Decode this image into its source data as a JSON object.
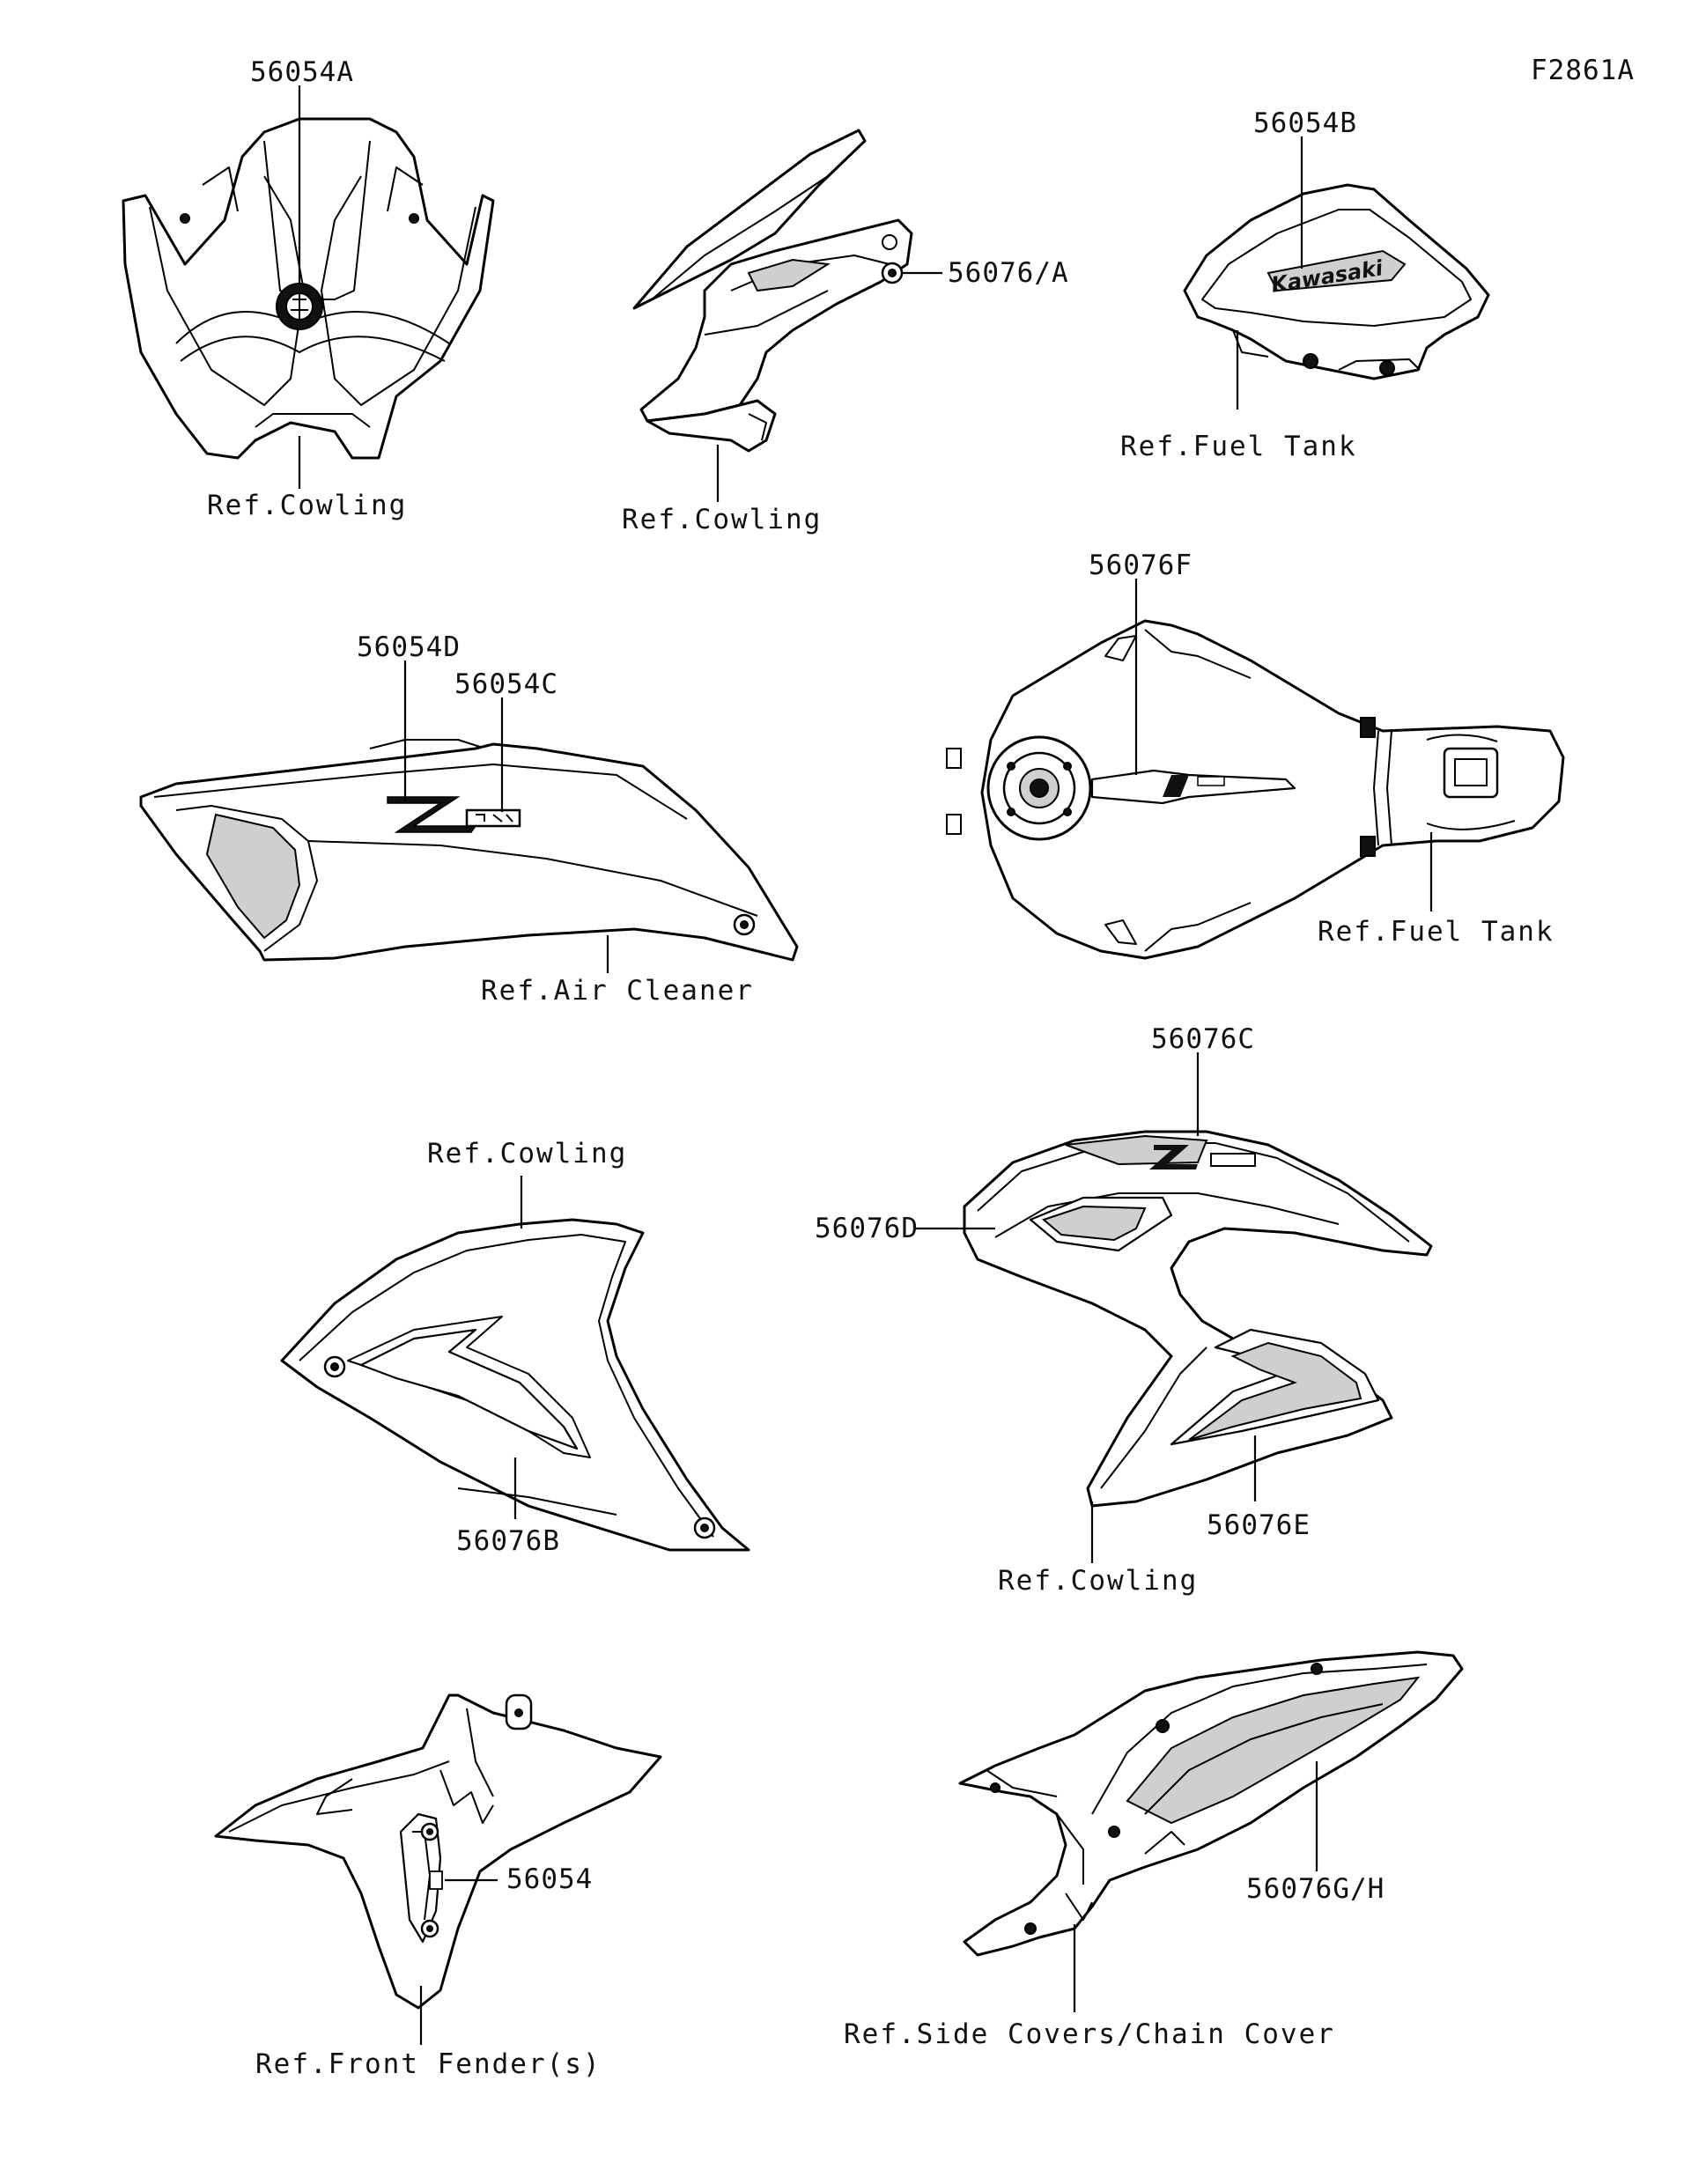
{
  "figure_id": "F2861A",
  "logo_text": "Kawasaki",
  "groups": [
    {
      "part_numbers": [
        "56054A"
      ],
      "ref": "Ref.Cowling"
    },
    {
      "part_numbers": [
        "56076/A"
      ],
      "ref": "Ref.Cowling"
    },
    {
      "part_numbers": [
        "56054B"
      ],
      "ref": "Ref.Fuel Tank"
    },
    {
      "part_numbers": [
        "56054D",
        "56054C"
      ],
      "ref": "Ref.Air Cleaner"
    },
    {
      "part_numbers": [
        "56076F"
      ],
      "ref": "Ref.Fuel Tank"
    },
    {
      "part_numbers": [
        "56076B"
      ],
      "ref": "Ref.Cowling"
    },
    {
      "part_numbers": [
        "56076C",
        "56076D",
        "56076E"
      ],
      "ref": "Ref.Cowling"
    },
    {
      "part_numbers": [
        "56054"
      ],
      "ref": "Ref.Front Fender(s)"
    },
    {
      "part_numbers": [
        "56076G/H"
      ],
      "ref": "Ref.Side Covers/Chain Cover"
    }
  ]
}
